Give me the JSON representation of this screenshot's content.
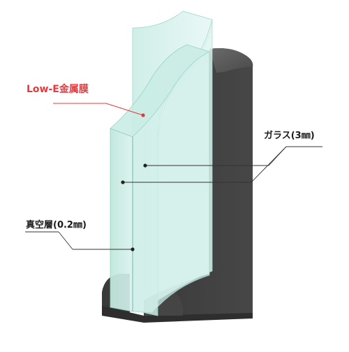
{
  "labels": {
    "low_e": "Low-E金属膜",
    "glass": "ガラス(3㎜)",
    "vacuum": "真空層(0.2㎜)"
  },
  "colors": {
    "accent": "#e8383d",
    "text": "#1a1a1a",
    "frame": "#3c3c3c",
    "glass_tint": "#cfeee6"
  }
}
